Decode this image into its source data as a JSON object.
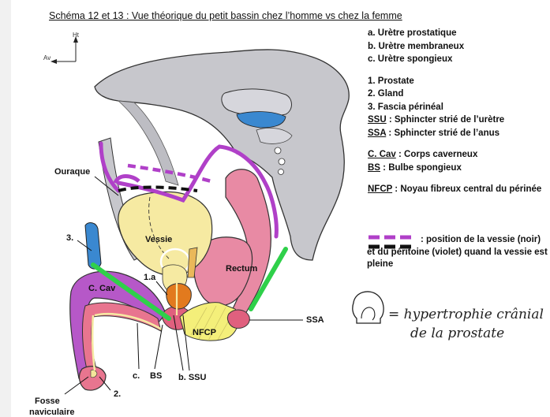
{
  "title": "Schéma 12 et 13 : Vue théorique du petit bassin chez l’homme vs chez la femme",
  "orientation": {
    "up": "Ht",
    "forward": "Av"
  },
  "legend_letters": [
    {
      "key": "a.",
      "text": "Urètre prostatique"
    },
    {
      "key": "b.",
      "text": "Urètre membraneux"
    },
    {
      "key": "c.",
      "text": "Urètre spongieux"
    }
  ],
  "legend_numbers": [
    {
      "key": "1.",
      "text": "Prostate"
    },
    {
      "key": "2.",
      "text": "Gland"
    },
    {
      "key": "3.",
      "text": "Fascia périnéal"
    }
  ],
  "legend_abbrev": [
    {
      "key": "SSU",
      "text": " : Sphincter strié de l’urètre"
    },
    {
      "key": "SSA",
      "text": " : Sphincter strié de l’anus"
    }
  ],
  "legend_abbrev2": [
    {
      "key": "C. Cav",
      "text": " : Corps caverneux"
    },
    {
      "key": "BS",
      "text": " : Bulbe spongieux"
    }
  ],
  "legend_nfcp": {
    "key": "NFCP",
    "text": " : Noyau fibreux central du périnée"
  },
  "legend_dash": ": position de la vessie (noir) et du péritoine (violet) quand la vessie est pleine",
  "labels": {
    "ouraque": "Ouraque",
    "vessie": "Vessie",
    "rectum": "Rectum",
    "c_cav": "C. Cav",
    "one_a": "1.a",
    "nfcp": "NFCP",
    "ssa": "SSA",
    "three": "3.",
    "two": "2.",
    "c_label": "c.",
    "bs": "BS",
    "b_ssu": "b. SSU",
    "fosse": "Fosse",
    "naviculaire": "naviculaire"
  },
  "handwritten": {
    "line1": "= hypertrophie crânial",
    "line2": "de la prostate"
  },
  "colors": {
    "bone": "#c7c7cc",
    "bladder": "#f6eaa2",
    "purple": "#b040c8",
    "pink": "#e0607e",
    "green": "#2fd04a",
    "blue": "#3a88d0",
    "orange": "#e27a1e",
    "nfcp": "#f4ef7a"
  }
}
